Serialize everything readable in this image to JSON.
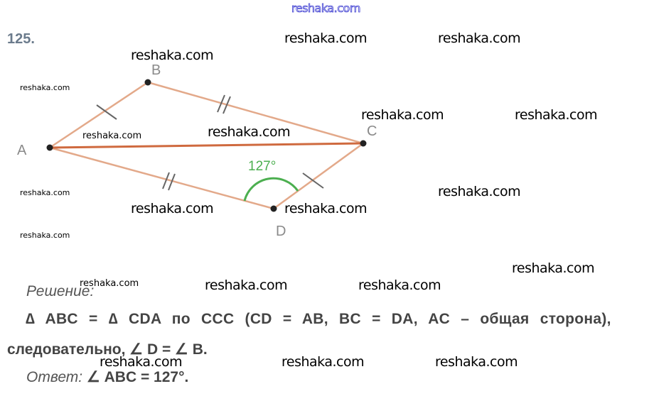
{
  "problem_number": "125.",
  "figure": {
    "points": [
      "A",
      "B",
      "C",
      "D"
    ],
    "angle_label": "127°"
  },
  "solution": {
    "heading": "Решение:",
    "line1": "∆ ABC = ∆ CDA по ССС (CD = AB, BC = DA, AC – общая сторона),",
    "line2": "следовательно, ∠ D = ∠ B.",
    "answer_label": "Ответ:",
    "answer": "∠ ABC = 127°."
  },
  "watermarks": [
    "reshaka.com",
    "reshaka.com",
    "reshaka.com",
    "reshaka.com",
    "reshaka.com",
    "reshaka.com",
    "reshaka.com",
    "reshaka.com",
    "reshaka.com",
    "reshaka.com",
    "reshaka.com",
    "reshaka.com",
    "reshaka.com",
    "reshaka.com",
    "reshaka.com",
    "reshaka.com",
    "reshaka.com",
    "reshaka.com",
    "reshaka.com",
    "reshaka.com",
    "reshaka.com"
  ]
}
